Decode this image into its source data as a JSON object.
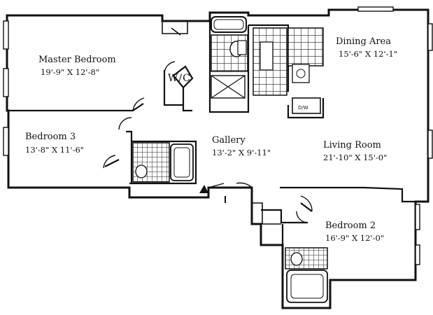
{
  "rooms": {
    "master_bedroom": {
      "name": "Master Bedroom",
      "dim": "19'-9\" X 12'-8\""
    },
    "dining_area": {
      "name": "Dining Area",
      "dim": "15'-6\" X 12'-1\""
    },
    "wc": {
      "name": "W/C"
    },
    "bedroom3": {
      "name": "Bedroom 3",
      "dim": "13'-8\" X 11'-6\""
    },
    "gallery": {
      "name": "Gallery",
      "dim": "13'-2\" X 9'-11\""
    },
    "living_room": {
      "name": "Living Room",
      "dim": "21'-10\" X 15'-0\""
    },
    "bedroom2": {
      "name": "Bedroom 2",
      "dim": "16'-9\" X 12'-0\""
    }
  },
  "appliance_label": "D/W"
}
